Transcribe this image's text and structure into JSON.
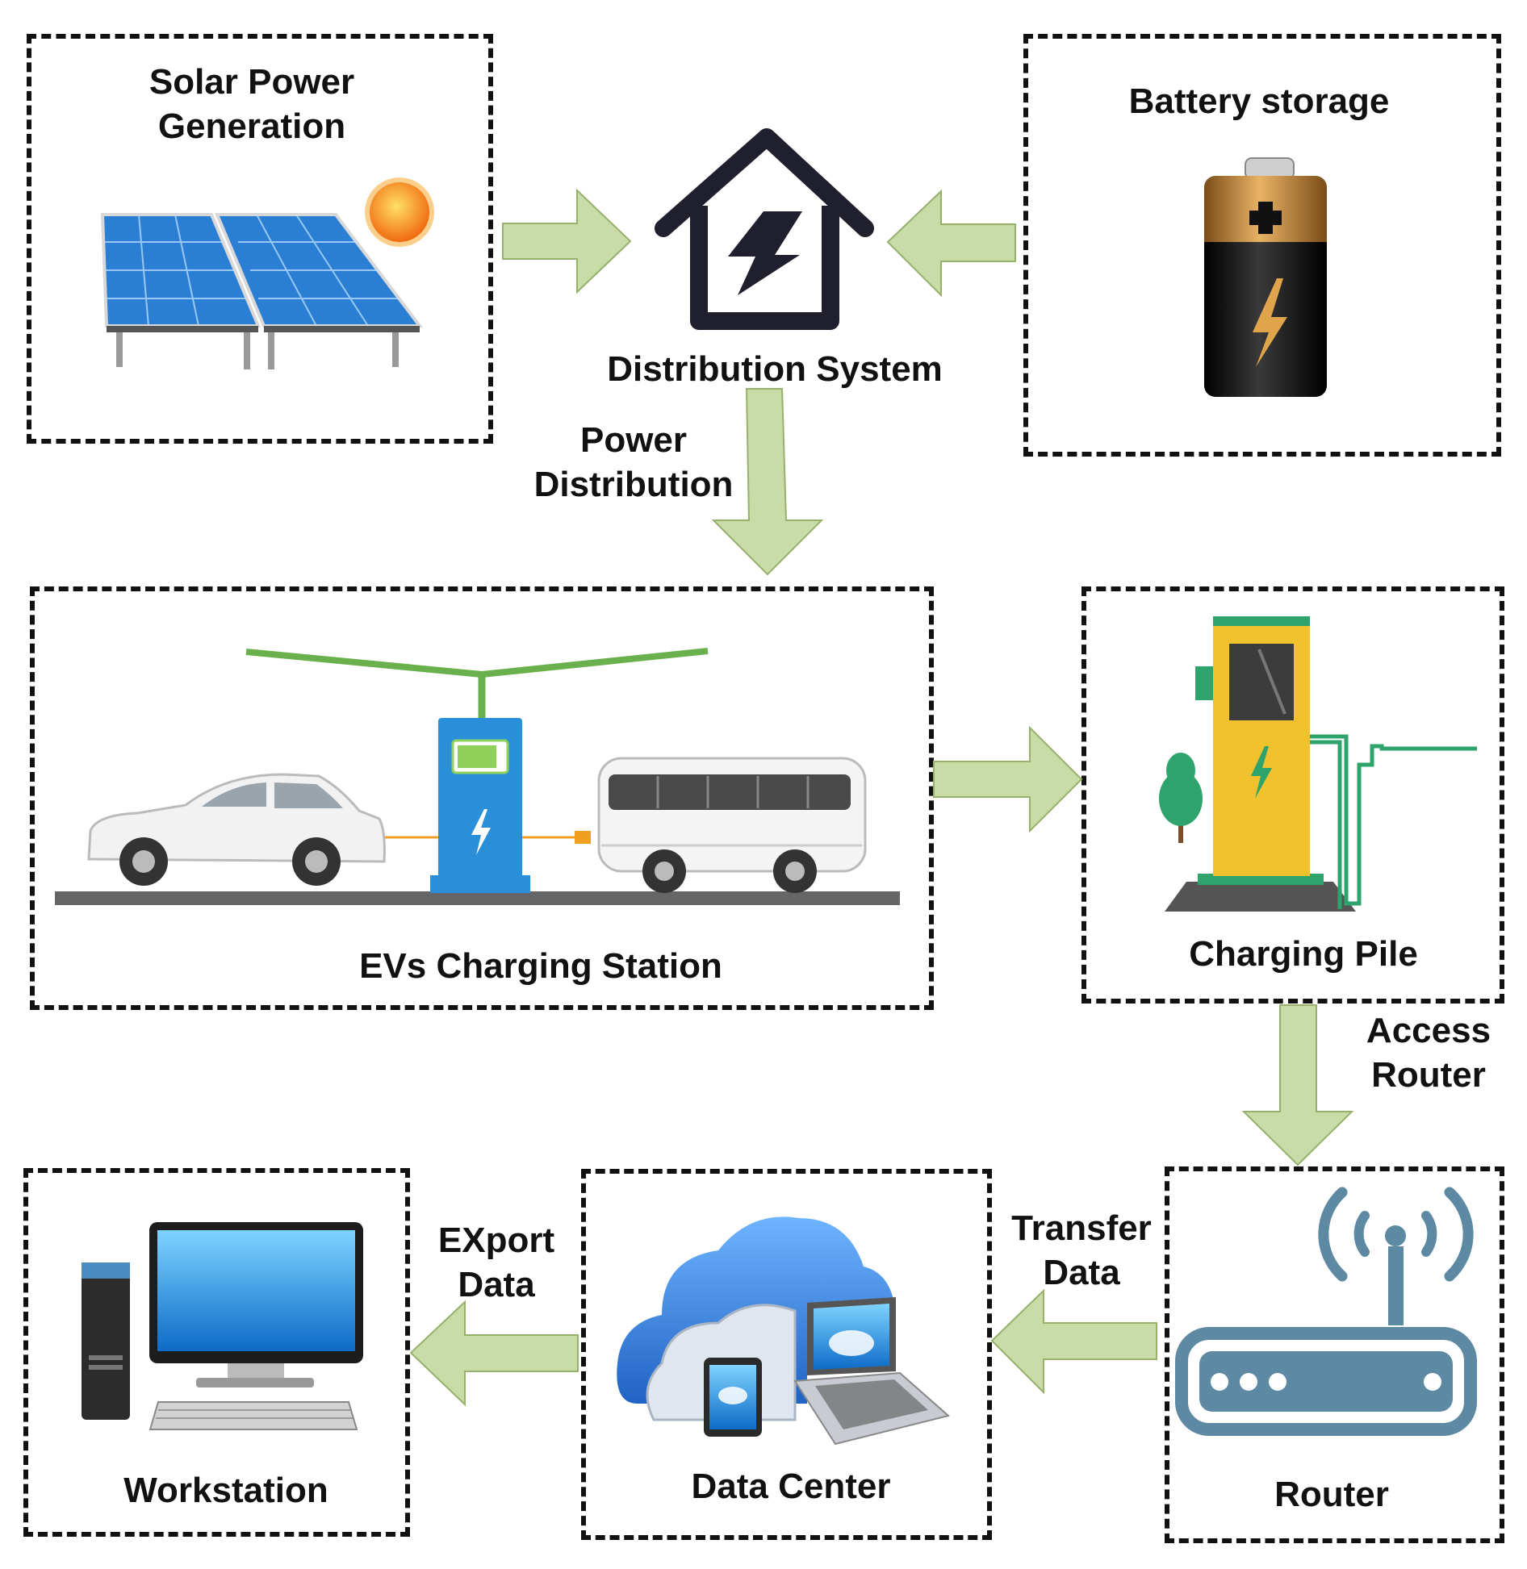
{
  "colors": {
    "arrow_fill": "#c9dca8",
    "arrow_stroke": "#97b06b",
    "house": "#1f1f2e",
    "panel_blue": "#2a7fd4",
    "charger_blue": "#2a8fd9",
    "pile_yellow": "#f2c12e",
    "pile_green": "#2ea36b",
    "router_steel": "#5e89a3",
    "cloud_blue": "#3a8be0"
  },
  "nodes": {
    "solar": {
      "label_line1": "Solar Power",
      "label_line2": "Generation",
      "icon": "solar-panel-icon"
    },
    "distribution": {
      "label": "Distribution System",
      "icon": "house-lightning-icon"
    },
    "battery": {
      "label": "Battery storage",
      "icon": "battery-icon"
    },
    "ev_station": {
      "label": "EVs Charging Station",
      "icon": "ev-charging-scene-icon"
    },
    "charging_pile": {
      "label": "Charging Pile",
      "icon": "charging-pile-icon"
    },
    "router": {
      "label": "Router",
      "icon": "wifi-router-icon"
    },
    "data_center": {
      "label": "Data Center",
      "icon": "cloud-devices-icon"
    },
    "workstation": {
      "label": "Workstation",
      "icon": "desktop-computer-icon"
    }
  },
  "edges": {
    "power_distribution": {
      "line1": "Power",
      "line2": "Distribution"
    },
    "access_router": {
      "line1": "Access",
      "line2": "Router"
    },
    "transfer_data": {
      "line1": "Transfer",
      "line2": "Data"
    },
    "export_data": {
      "line1": "EXport",
      "line2": "Data"
    }
  }
}
